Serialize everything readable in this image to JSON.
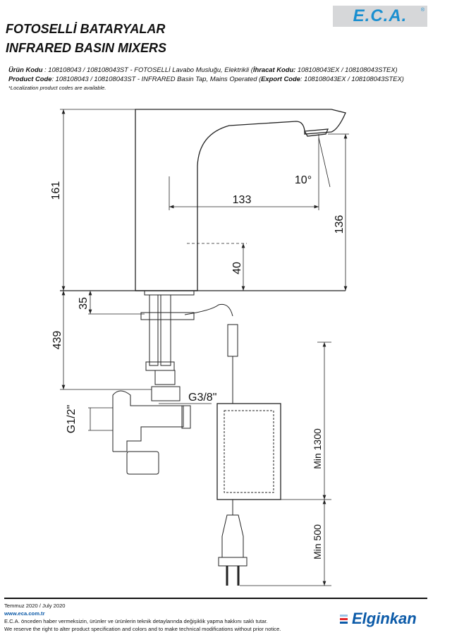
{
  "brand": {
    "logo_text": "E.C.A.",
    "registered": "®"
  },
  "titles": {
    "tr": "FOTOSELLİ BATARYALAR",
    "en": "INFRARED BASIN MIXERS"
  },
  "codes": {
    "tr_label": "Ürün Kodu",
    "tr_text": "   : 108108043 / 108108043ST - FOTOSELLİ Lavabo Musluğu, Elektrikli (",
    "tr_export_label": "İhracat Kodu:",
    "tr_export_text": " 108108043EX / 108108043STEX)",
    "en_label": "Product Code",
    "en_text": ": 108108043 / 108108043ST - INFRARED Basin Tap, Mains Operated (",
    "en_export_label": "Export Code",
    "en_export_text": ": 108108043EX / 108108043STEX)",
    "note": "*Localization product codes are available."
  },
  "dimensions": {
    "height_total": "161",
    "spout_reach": "133",
    "spout_height": "136",
    "sensor_angle": "10°",
    "sensor_height": "40",
    "base": "35",
    "hose_length": "439",
    "inlet_thread": "G3/8\"",
    "valve_thread": "G1/2\"",
    "cable_min_1": "Min 1300",
    "cable_min_2": "Min 500"
  },
  "footer": {
    "date": "Temmuz 2020 / July 2020",
    "website": "www.eca.com.tr",
    "disclaimer_tr": "E.C.A. önceden haber vermeksizin, ürünler ve ürünlerin teknik detaylarında değişiklik yapma hakkını saklı tutar.",
    "disclaimer_en": "We reserve the right to alter product specification and colors and to make technical modifications without prior notice.",
    "company": "Elginkan"
  },
  "colors": {
    "brand_blue": "#1a8fd0",
    "elginkan_blue": "#0b5aa8",
    "elginkan_red": "#e3262b"
  }
}
